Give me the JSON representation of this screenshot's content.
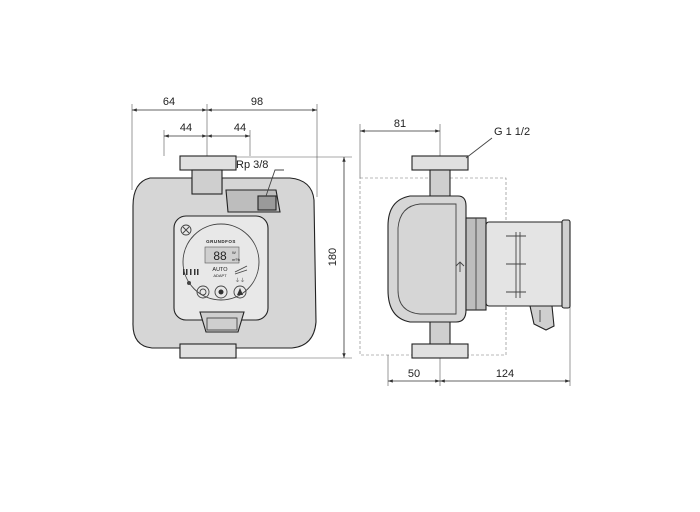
{
  "front_view": {
    "dimensions": {
      "left_width": "64",
      "right_width": "98",
      "left_half_flange": "44",
      "right_half_flange": "44",
      "height": "180"
    },
    "thread_callout": "Rp 3/8",
    "control_panel": {
      "brand_mark": "GRUNDFOS",
      "display_digits": "88",
      "display_units": [
        "W",
        "m³/h"
      ],
      "mode_label": "AUTO",
      "mode_sublabel": "ADAPT"
    }
  },
  "side_view": {
    "dimensions": {
      "depth_to_axis": "81",
      "port_offset": "50",
      "motor_length": "124"
    },
    "thread_callout": "G 1 1/2"
  },
  "colors": {
    "line": "#222222",
    "housing_fill": "#d6d6d6",
    "panel_fill": "#e8e8e8",
    "display_fill": "#cfcfcf"
  }
}
